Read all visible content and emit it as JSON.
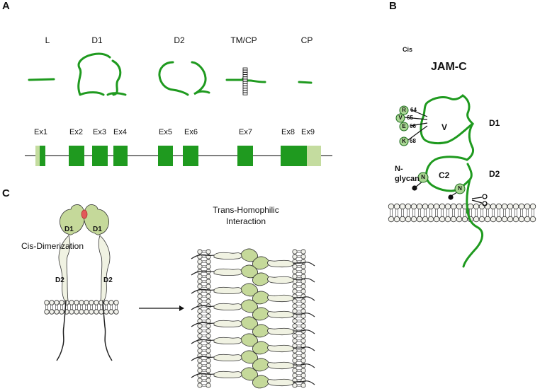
{
  "panels": {
    "a": "A",
    "b": "B",
    "c": "C"
  },
  "domains": [
    "L",
    "D1",
    "D2",
    "TM/CP",
    "CP"
  ],
  "exons": [
    "Ex1",
    "Ex2",
    "Ex3",
    "Ex4",
    "Ex5",
    "Ex6",
    "Ex7",
    "Ex8",
    "Ex9"
  ],
  "panel_b": {
    "cis": "Cis",
    "title": "JAM-C",
    "v": "V",
    "c2": "C2",
    "d1": "D1",
    "d2": "D2",
    "n_glycan": "N-\nglycan",
    "residues": [
      {
        "letter": "R",
        "num": "64"
      },
      {
        "letter": "V",
        "num": "65"
      },
      {
        "letter": "E",
        "num": "66"
      },
      {
        "letter": "K",
        "num": "68"
      }
    ],
    "n_label": "N"
  },
  "panel_c": {
    "cis_dimer": "Cis-Dimerization",
    "trans_line1": "Trans-Homophilic",
    "trans_line2": "Interaction",
    "d1": "D1",
    "d2": "D2"
  },
  "colors": {
    "green": "#1f9a1f",
    "light_green": "#c4dc9f",
    "bead_fill": "#f2f2ec",
    "cream": "#f0f2e2",
    "ig_green": "#c5d99a",
    "red": "#e2585a"
  }
}
